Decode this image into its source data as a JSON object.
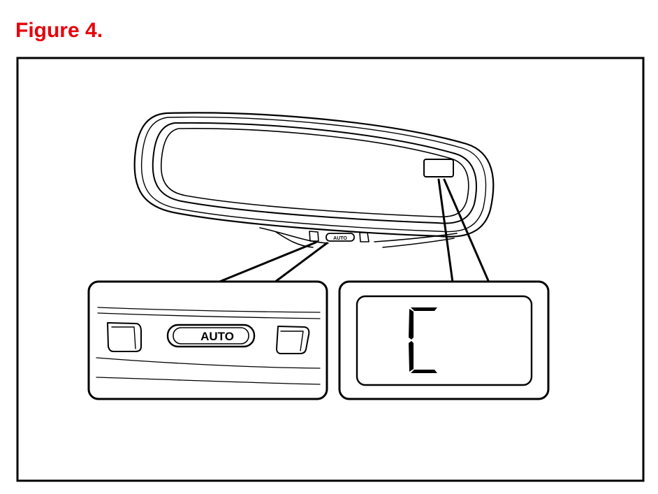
{
  "figure": {
    "title": "Figure 4."
  },
  "mirror": {
    "small_button_label": "AUTO"
  },
  "callout_left": {
    "button_label": "AUTO",
    "icons": [
      "left-button-icon",
      "right-button-icon"
    ]
  },
  "callout_right": {
    "display_glyph": "C"
  },
  "colors": {
    "title": "#e8000b",
    "ink": "#000000",
    "background": "#ffffff"
  }
}
